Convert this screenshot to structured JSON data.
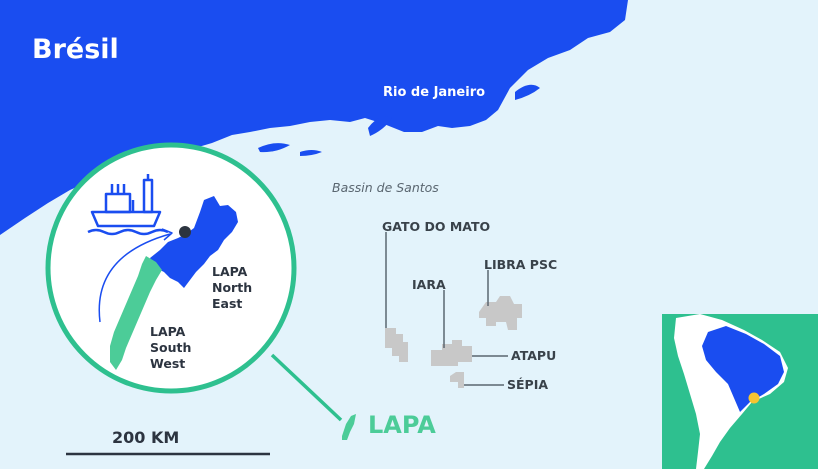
{
  "map": {
    "country_label": "Brésil",
    "city_label": "Rio de Janeiro",
    "basin_label": "Bassin de Santos",
    "fields": [
      {
        "id": "gato-do-mato",
        "label": "GATO DO MATO"
      },
      {
        "id": "iara",
        "label": "IARA"
      },
      {
        "id": "libra-psc",
        "label": "LIBRA PSC"
      },
      {
        "id": "atapu",
        "label": "ATAPU"
      },
      {
        "id": "sepia",
        "label": "SÉPIA"
      }
    ],
    "highlight_field": "LAPA",
    "scale_bar": "200 KM",
    "colors": {
      "ocean": "#e3f3fb",
      "land": "#1a4df0",
      "field_blocks": "#c8c8c8",
      "highlight": "#4ccc98",
      "inset_background": "#2ec08f"
    }
  },
  "inset_detail": {
    "north_east_lines": [
      "LAPA",
      "North",
      "East"
    ],
    "south_west_lines": [
      "LAPA",
      "South",
      "West"
    ],
    "icons": [
      "fpso-vessel-icon",
      "well-marker-icon",
      "curved-arrow-icon"
    ]
  },
  "locator": {
    "icons": [
      "south-america-continent",
      "brazil-highlight",
      "location-dot-icon"
    ]
  }
}
